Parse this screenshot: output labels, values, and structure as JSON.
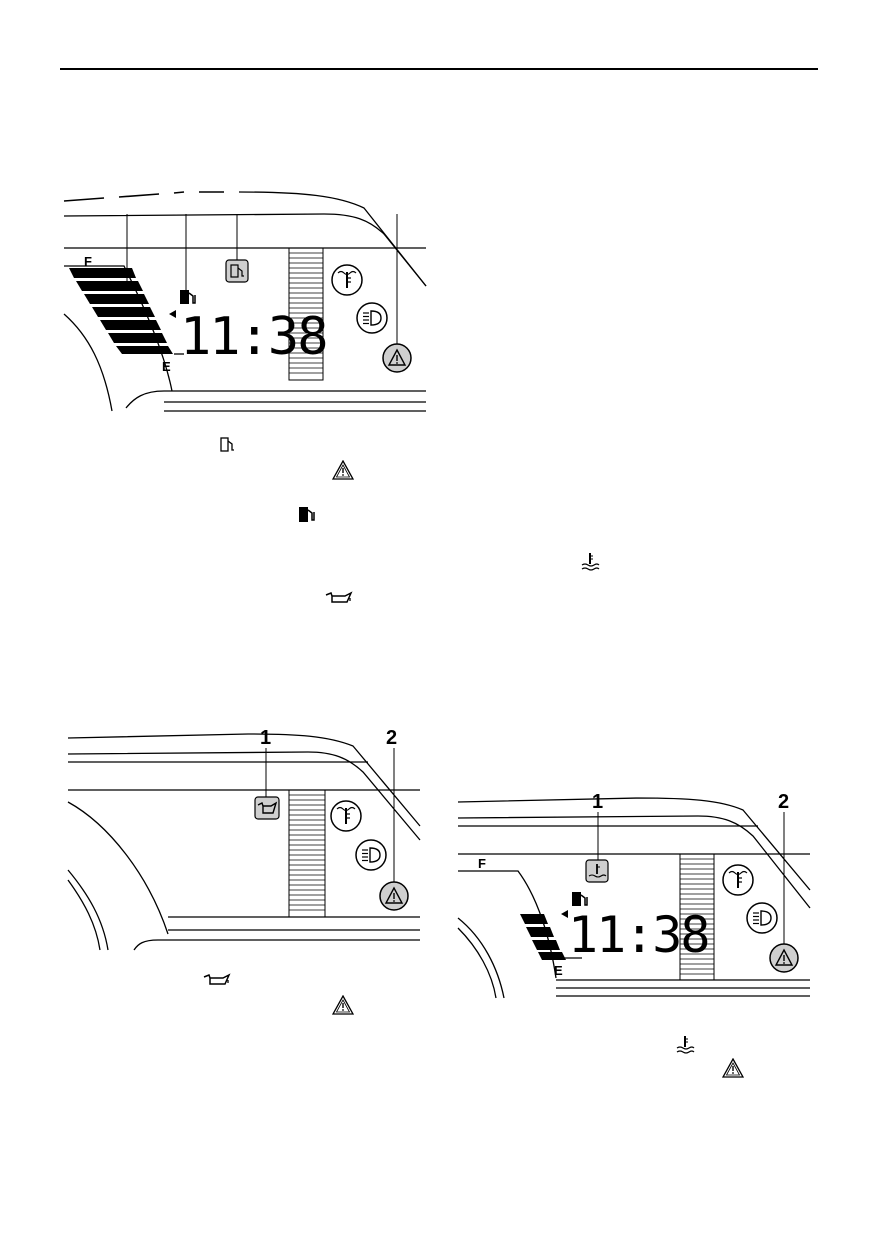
{
  "figure1": {
    "gauge_full_label": "F",
    "gauge_empty_label": "E",
    "clock_display": "11:38"
  },
  "figure2": {
    "callout_1": "1",
    "callout_2": "2"
  },
  "figure3": {
    "gauge_full_label": "F",
    "gauge_empty_label": "E",
    "clock_display": "11:38",
    "callout_1": "1",
    "callout_2": "2"
  },
  "fuel_gauge_level_fig1": 0.85,
  "fuel_gauge_level_fig3": 0.45,
  "icons": [
    "fuel-level-warning-icon",
    "fuel-pump-icon",
    "warning-triangle-icon",
    "oil-pressure-icon",
    "coolant-temperature-icon",
    "high-beam-icon"
  ],
  "colors": {
    "indicator_fill": "#cfcfcf",
    "line": "#000000"
  }
}
